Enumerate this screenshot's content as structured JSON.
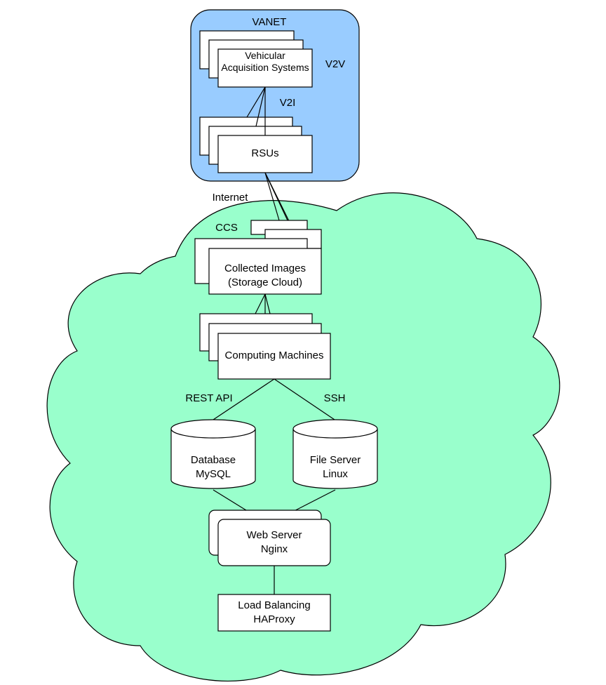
{
  "vanet": {
    "title": "VANET",
    "v2v_label": "V2V",
    "v2i_label": "V2I",
    "acquisition_line1": "Vehicular",
    "acquisition_line2": "Acquisition Systems",
    "rsus_label": "RSUs",
    "fill_color": "#99ccff"
  },
  "internet_label": "Internet",
  "ccs": {
    "title": "CCS",
    "fill_color": "#99ffcc",
    "storage_line1": "Collected Images",
    "storage_line2": "(Storage Cloud)",
    "computing_label": "Computing Machines",
    "rest_api_label": "REST API",
    "ssh_label": "SSH",
    "database_line1": "Database",
    "database_line2": "MySQL",
    "fileserver_line1": "File Server",
    "fileserver_line2": "Linux",
    "webserver_line1": "Web Server",
    "webserver_line2": "Nginx",
    "loadbalancer_line1": "Load Balancing",
    "loadbalancer_line2": "HAProxy"
  }
}
